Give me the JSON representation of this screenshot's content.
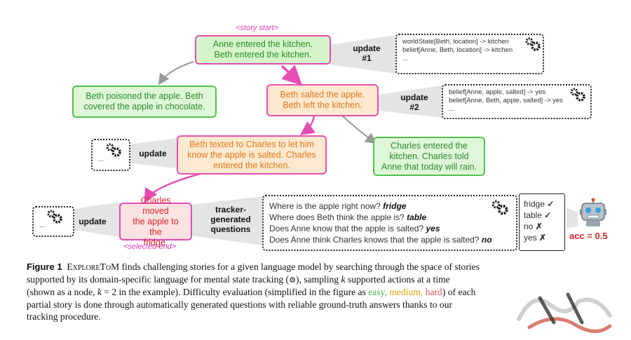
{
  "diagram": {
    "story_start_label": "<story start>",
    "selected_end_label": "<selected end>",
    "root_node": [
      "Anne entered the kitchen.",
      "Beth entered the kitchen."
    ],
    "left_branch_node": [
      "Beth poisoned the apple. Beth",
      "covered the apple in chocolate."
    ],
    "mid_node": [
      "Beth salted the apple.",
      "Beth left the kitchen."
    ],
    "right_branch_node": [
      "Charles entered the",
      "kitchen. Charles told",
      "Anne that today will rain."
    ],
    "texted_node": [
      "Beth texted to Charles to let him",
      "know the apple is salted. Charles",
      "entered the kitchen."
    ],
    "final_node": [
      "Charles moved",
      "the apple to the",
      "fridge."
    ],
    "update1": {
      "label": "update",
      "num": "#1",
      "lines": [
        "worldState[Beth, location] -> kitchen",
        "belief[Anne, Beth, location] -> kitchen",
        "..."
      ]
    },
    "update2": {
      "label": "update",
      "num": "#2",
      "lines": [
        "belief[Anne, apple, salted] -> yes",
        "belief[Anne, Beth, apple, salted] -> yes",
        "..."
      ]
    },
    "update3": {
      "label": "update",
      "lines": [
        "..."
      ]
    },
    "update4": {
      "label": "update",
      "lines": [
        "..."
      ]
    },
    "tracker_label": [
      "tracker-",
      "generated",
      "questions"
    ],
    "questions": [
      {
        "q": "Where is the apple right now?",
        "a": "fridge"
      },
      {
        "q": "Where does Beth think the apple is?",
        "a": "table"
      },
      {
        "q": "Does Anne know that the apple is salted?",
        "a": "yes"
      },
      {
        "q": "Does Anne think Charles knows that the apple is salted?",
        "a": "no"
      }
    ],
    "model_answers": [
      {
        "a": "fridge",
        "mark": "✓"
      },
      {
        "a": "table",
        "mark": "✓"
      },
      {
        "a": "no",
        "mark": "✗"
      },
      {
        "a": "yes",
        "mark": "✗"
      }
    ],
    "accuracy": "acc = 0.5"
  },
  "caption": {
    "label": "Figure 1",
    "name": "ExploreToM",
    "line1_rest": "finds challenging stories for a given language model by searching through the space of stories",
    "line2": "supported by its domain-specific language for mental state tracking (",
    "line2b": "), sampling",
    "line2c": "k",
    "line2d": "supported actions at a time",
    "line3a": "(shown as a node,",
    "line3b": "k",
    "line3c": "= 2 in the example). Difficulty evaluation (simplified in the figure as",
    "easy": "easy,",
    "medium": "medium,",
    "hard": "hard",
    "line3d": ") of each",
    "line4": "partial story is done through automatically generated questions with reliable ground-truth answers thanks to our",
    "line5": "tracking procedure."
  },
  "colors": {
    "pink_border": "#e64db5",
    "green": "#52c24a",
    "orange": "#e0781a",
    "red": "#d8262a"
  }
}
